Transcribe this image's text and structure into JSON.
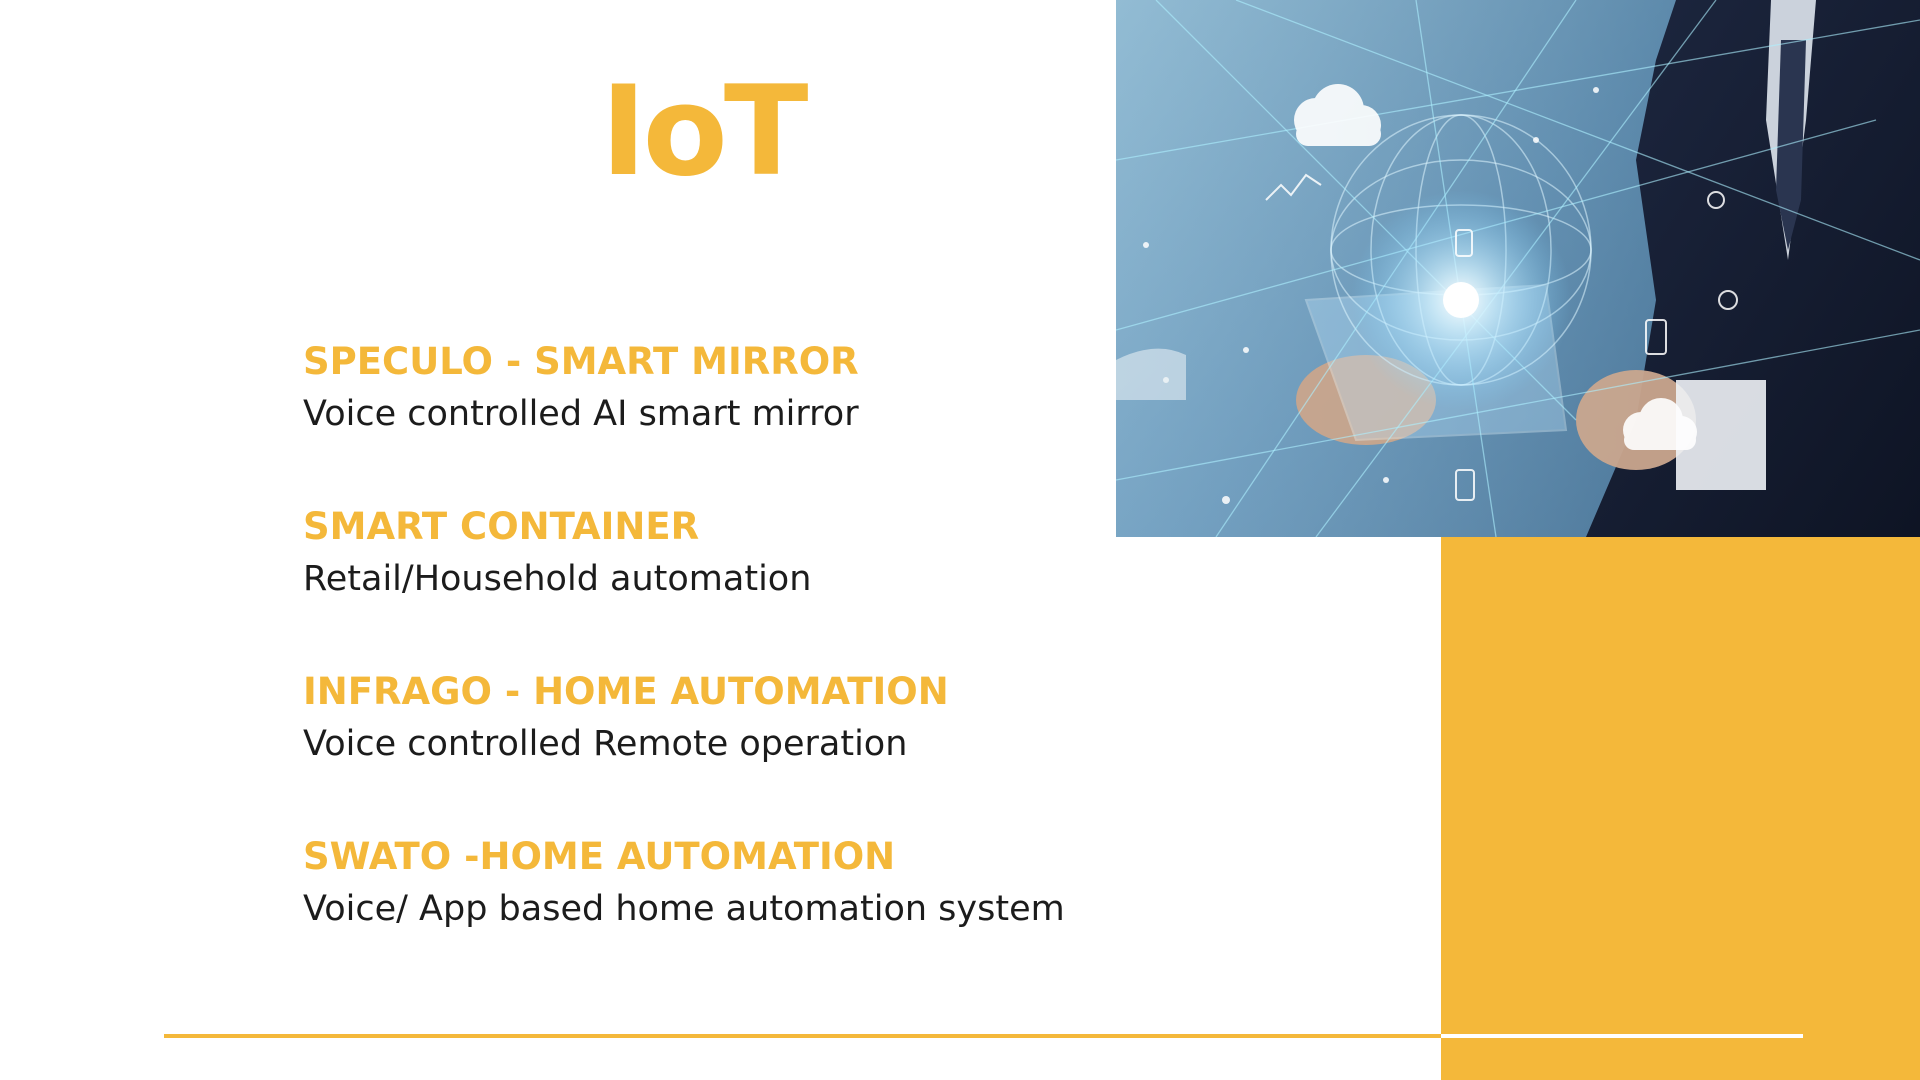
{
  "slide": {
    "title": "IoT",
    "accent_color": "#F4B83A",
    "items": [
      {
        "heading": "SPECULO - SMART MIRROR",
        "description": "Voice controlled AI smart mirror"
      },
      {
        "heading": "SMART CONTAINER",
        "description": "Retail/Household automation"
      },
      {
        "heading": "INFRAGO - HOME AUTOMATION",
        "description": "Voice controlled Remote operation"
      },
      {
        "heading": "SWATO -HOME AUTOMATION",
        "description": "Voice/ App based home automation system"
      }
    ]
  },
  "image": {
    "icon": "iot-network-illustration"
  }
}
